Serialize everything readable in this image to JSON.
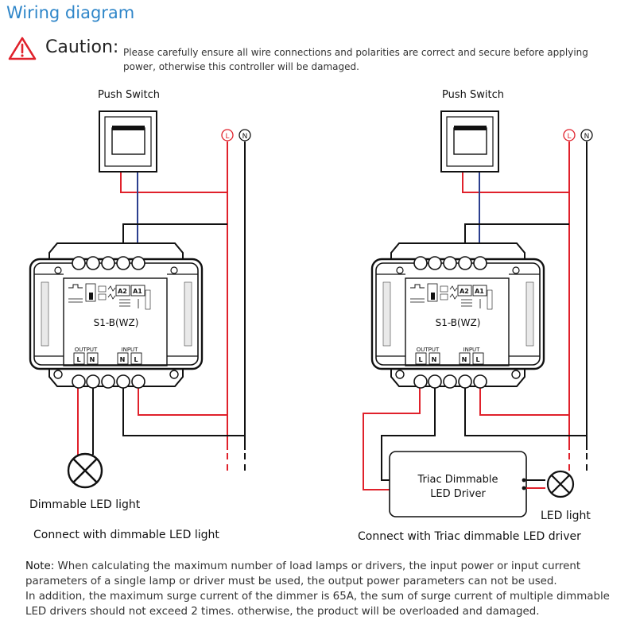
{
  "title": "Wiring diagram",
  "caution": {
    "label": "Caution:",
    "text": "Please carefully ensure all wire connections and polarities are correct and secure before applying power, otherwise this controller will be damaged."
  },
  "left": {
    "switch_label": "Push Switch",
    "L_mark": "L",
    "N_mark": "N",
    "model": "S1-B(WZ)",
    "a2": "A2",
    "a1": "A1",
    "output_label": "OUTPUT",
    "input_label": "INPUT",
    "t_L": "L",
    "t_N": "N",
    "light_label": "Dimmable LED light",
    "caption": "Connect with dimmable LED light"
  },
  "right": {
    "switch_label": "Push Switch",
    "L_mark": "L",
    "N_mark": "N",
    "model": "S1-B(WZ)",
    "a2": "A2",
    "a1": "A1",
    "output_label": "OUTPUT",
    "input_label": "INPUT",
    "t_L": "L",
    "t_N": "N",
    "driver_line1": "Triac Dimmable",
    "driver_line2": "LED Driver",
    "light_label": "LED light",
    "caption": "Connect with Triac dimmable LED driver"
  },
  "note": {
    "label": "Note:",
    "line1": "When calculating the maximum number of load lamps or drivers, the input power or input current parameters of a single lamp or driver must be used, the output power parameters can not be used.",
    "line2": "In addition, the maximum surge current of the dimmer is 65A, the sum of surge current of multiple dimmable LED drivers should not exceed 2 times. otherwise, the product will be overloaded and damaged."
  },
  "colors": {
    "title": "#2f86c9",
    "live_wire": "#e0212b",
    "switch_wire": "#2b3f8f",
    "neutral_wire": "#111111",
    "warning": "#e0212b"
  }
}
